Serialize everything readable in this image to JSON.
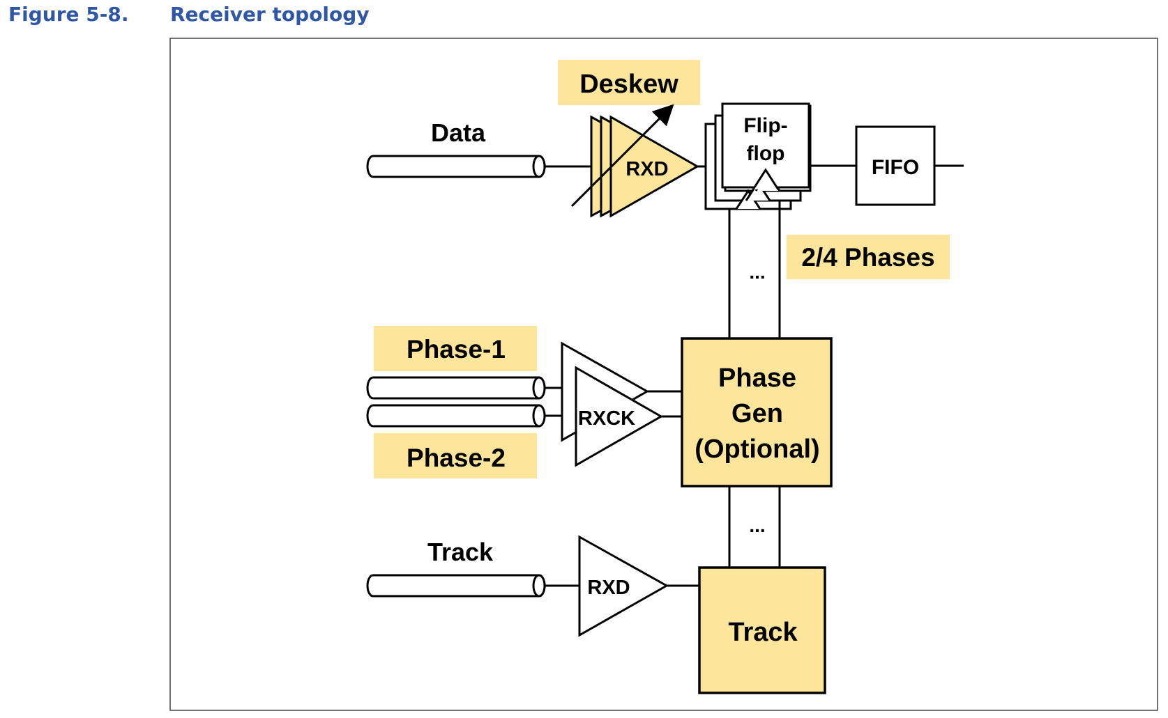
{
  "caption": {
    "number": "Figure 5-8.",
    "title": "Receiver topology"
  },
  "colors": {
    "caption": "#2f57a5",
    "highlight": "#fde59c",
    "label_bg": "#fde59c",
    "line": "#000000",
    "frame": "#444444"
  },
  "labels": {
    "deskew": "Deskew",
    "data": "Data",
    "rxd_data": "RXD",
    "flipflop_line1": "Flip-",
    "flipflop_line2": "flop",
    "fifo": "FIFO",
    "phases": "2/4 Phases",
    "ellipsis_top": "...",
    "phase1": "Phase-1",
    "phase2": "Phase-2",
    "rxck": "RXCK",
    "phasegen_line1": "Phase",
    "phasegen_line2": "Gen",
    "phasegen_line3": "(Optional)",
    "ellipsis_bottom": "...",
    "track_input": "Track",
    "rxd_track": "RXD",
    "track_block": "Track"
  }
}
